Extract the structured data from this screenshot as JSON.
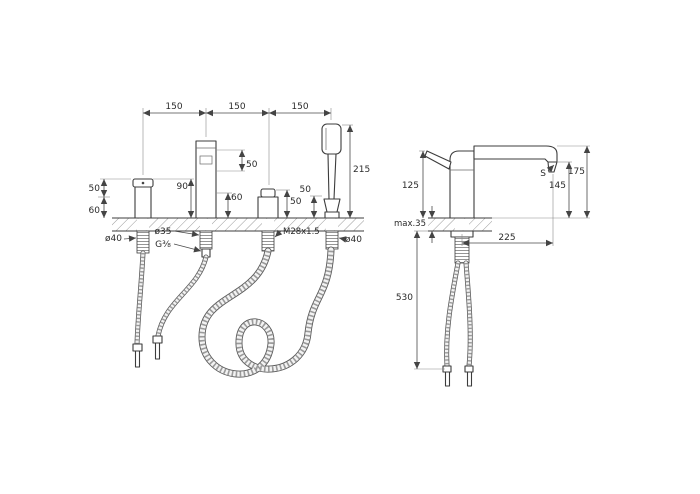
{
  "drawing_type": "faucet-installation-dimension-drawing",
  "dims": {
    "left": {
      "spacing_1": "150",
      "spacing_2": "150",
      "spacing_3": "150",
      "shower_height": "215",
      "handle_upper": "50",
      "handle_lower": "60",
      "handle_height": "90",
      "spout_upper": "50",
      "spout_lower": "60",
      "diverter_height": "50",
      "holder_height": "50",
      "handle_shank_dia": "ø40",
      "spout_shank_dia": "ø35",
      "spout_thread": "G⅜",
      "shower_thread": "M28x1.5",
      "holder_shank_dia": "ø40"
    },
    "right": {
      "overall_height": "175",
      "spout_height": "145",
      "spout_mark": "S",
      "body_height": "125",
      "deck_thickness": "max.35",
      "spout_reach": "225",
      "hose_length": "530"
    }
  }
}
